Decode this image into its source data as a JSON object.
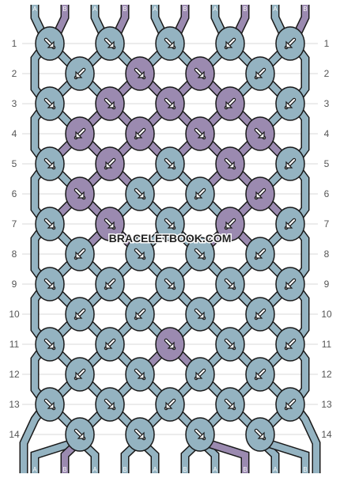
{
  "watermark": "BRACELETBOOK.COM",
  "strand_labels": [
    "A",
    "B",
    "A",
    "B",
    "A",
    "B",
    "A",
    "B",
    "A",
    "B"
  ],
  "row_labels": [
    "1",
    "2",
    "3",
    "4",
    "5",
    "6",
    "7",
    "8",
    "9",
    "10",
    "11",
    "12",
    "13",
    "14"
  ],
  "colors": {
    "A": "#94b3c1",
    "B": "#9b8ab0",
    "outline": "#1a1a1a",
    "grid": "#d8d8d8",
    "arrow": "#ffffff"
  },
  "knots": [
    {
      "row": 1,
      "cells": [
        [
          "A",
          "se"
        ],
        [
          "A",
          "se"
        ],
        [
          "A",
          "se"
        ],
        [
          "A",
          "sw"
        ],
        [
          "A",
          "sw"
        ]
      ]
    },
    {
      "row": 2,
      "cells": [
        [
          "A",
          "sw"
        ],
        [
          "B",
          "se"
        ],
        [
          "B",
          "se"
        ],
        [
          "A",
          "sw"
        ]
      ]
    },
    {
      "row": 3,
      "cells": [
        [
          "A",
          "se"
        ],
        [
          "B",
          "se"
        ],
        [
          "B",
          "se"
        ],
        [
          "B",
          "sw"
        ],
        [
          "A",
          "sw"
        ]
      ]
    },
    {
      "row": 4,
      "cells": [
        [
          "B",
          "sw"
        ],
        [
          "B",
          "sw"
        ],
        [
          "B",
          "se"
        ],
        [
          "B",
          "se"
        ]
      ]
    },
    {
      "row": 5,
      "cells": [
        [
          "A",
          "se"
        ],
        [
          "B",
          "sw"
        ],
        [
          "A",
          "se"
        ],
        [
          "B",
          "se"
        ],
        [
          "A",
          "sw"
        ]
      ]
    },
    {
      "row": 6,
      "cells": [
        [
          "B",
          "se"
        ],
        [
          "A",
          "se"
        ],
        [
          "A",
          "sw"
        ],
        [
          "B",
          "sw"
        ]
      ]
    },
    {
      "row": 7,
      "cells": [
        [
          "A",
          "se"
        ],
        [
          "B",
          "se"
        ],
        [
          "A",
          "se"
        ],
        [
          "B",
          "sw"
        ],
        [
          "A",
          "sw"
        ]
      ]
    },
    {
      "row": 8,
      "cells": [
        [
          "A",
          "sw"
        ],
        [
          "A",
          "se"
        ],
        [
          "A",
          "se"
        ],
        [
          "A",
          "sw"
        ]
      ]
    },
    {
      "row": 9,
      "cells": [
        [
          "A",
          "se"
        ],
        [
          "A",
          "sw"
        ],
        [
          "A",
          "se"
        ],
        [
          "A",
          "se"
        ],
        [
          "A",
          "sw"
        ]
      ]
    },
    {
      "row": 10,
      "cells": [
        [
          "A",
          "sw"
        ],
        [
          "A",
          "sw"
        ],
        [
          "A",
          "se"
        ],
        [
          "A",
          "sw"
        ]
      ]
    },
    {
      "row": 11,
      "cells": [
        [
          "A",
          "se"
        ],
        [
          "A",
          "sw"
        ],
        [
          "B",
          "se"
        ],
        [
          "A",
          "se"
        ],
        [
          "A",
          "sw"
        ]
      ]
    },
    {
      "row": 12,
      "cells": [
        [
          "A",
          "sw"
        ],
        [
          "A",
          "se"
        ],
        [
          "A",
          "sw"
        ],
        [
          "A",
          "sw"
        ]
      ]
    },
    {
      "row": 13,
      "cells": [
        [
          "A",
          "se"
        ],
        [
          "A",
          "se"
        ],
        [
          "A",
          "sw"
        ],
        [
          "A",
          "se"
        ],
        [
          "A",
          "sw"
        ]
      ]
    },
    {
      "row": 14,
      "cells": [
        [
          "A",
          "se"
        ],
        [
          "A",
          "se"
        ],
        [
          "A",
          "se"
        ],
        [
          "A",
          "se"
        ]
      ]
    }
  ]
}
